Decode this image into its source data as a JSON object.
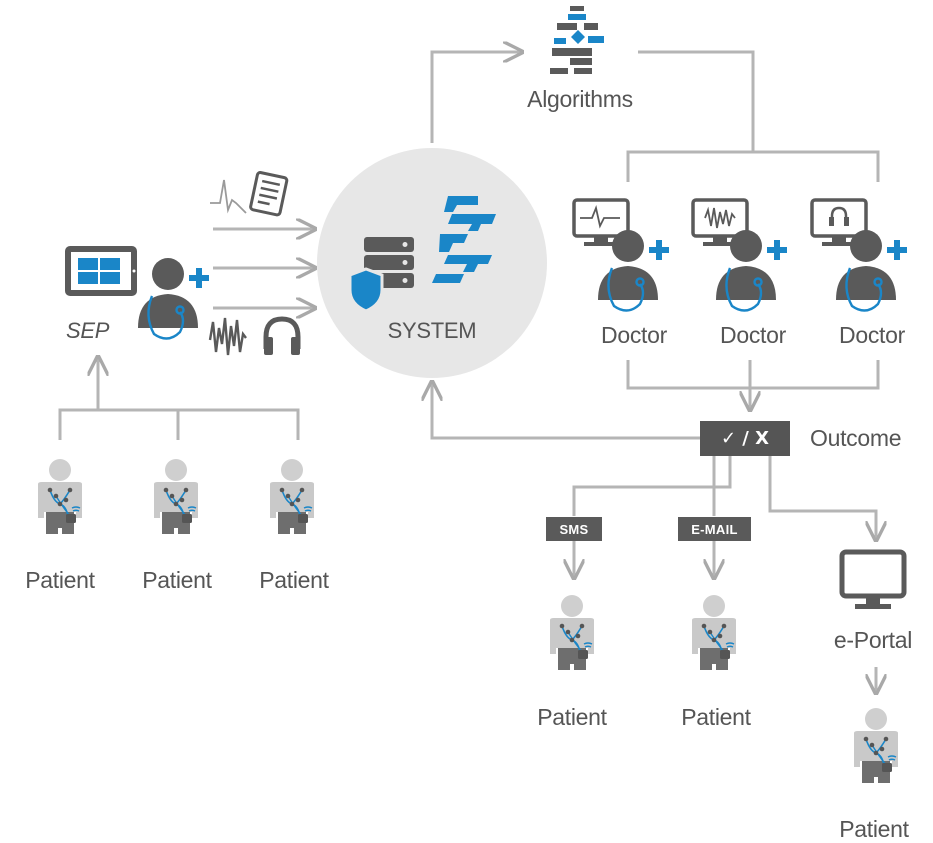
{
  "labels": {
    "algorithms": "Algorithms",
    "system": "SYSTEM",
    "sep": "SEP",
    "doctor_1": "Doctor",
    "doctor_2": "Doctor",
    "doctor_3": "Doctor",
    "outcome": "Outcome",
    "outcome_box": "✓ / X",
    "sms": "SMS",
    "email": "E-MAIL",
    "eportal": "e-Portal",
    "patient_1": "Patient",
    "patient_2": "Patient",
    "patient_3": "Patient",
    "patient_4": "Patient",
    "patient_5": "Patient",
    "patient_6": "Patient"
  },
  "icons": {
    "algorithms": "flowchart-icon",
    "system": "server-shield-icon",
    "tablet": "tablet-windows-icon",
    "doctor": "doctor-stethoscope-icon",
    "patient": "patient-sensor-icon",
    "monitor": "monitor-icon",
    "ecg": "ecg-wave-icon",
    "report": "report-document-icon",
    "audio": "sound-wave-icon",
    "headphones": "headphones-icon"
  },
  "colors": {
    "line": "#b5b5b5",
    "icon_gray": "#5a5a5a",
    "accent_blue": "#1a86c8",
    "system_circle": "#e7e7e7",
    "text": "#555555"
  }
}
